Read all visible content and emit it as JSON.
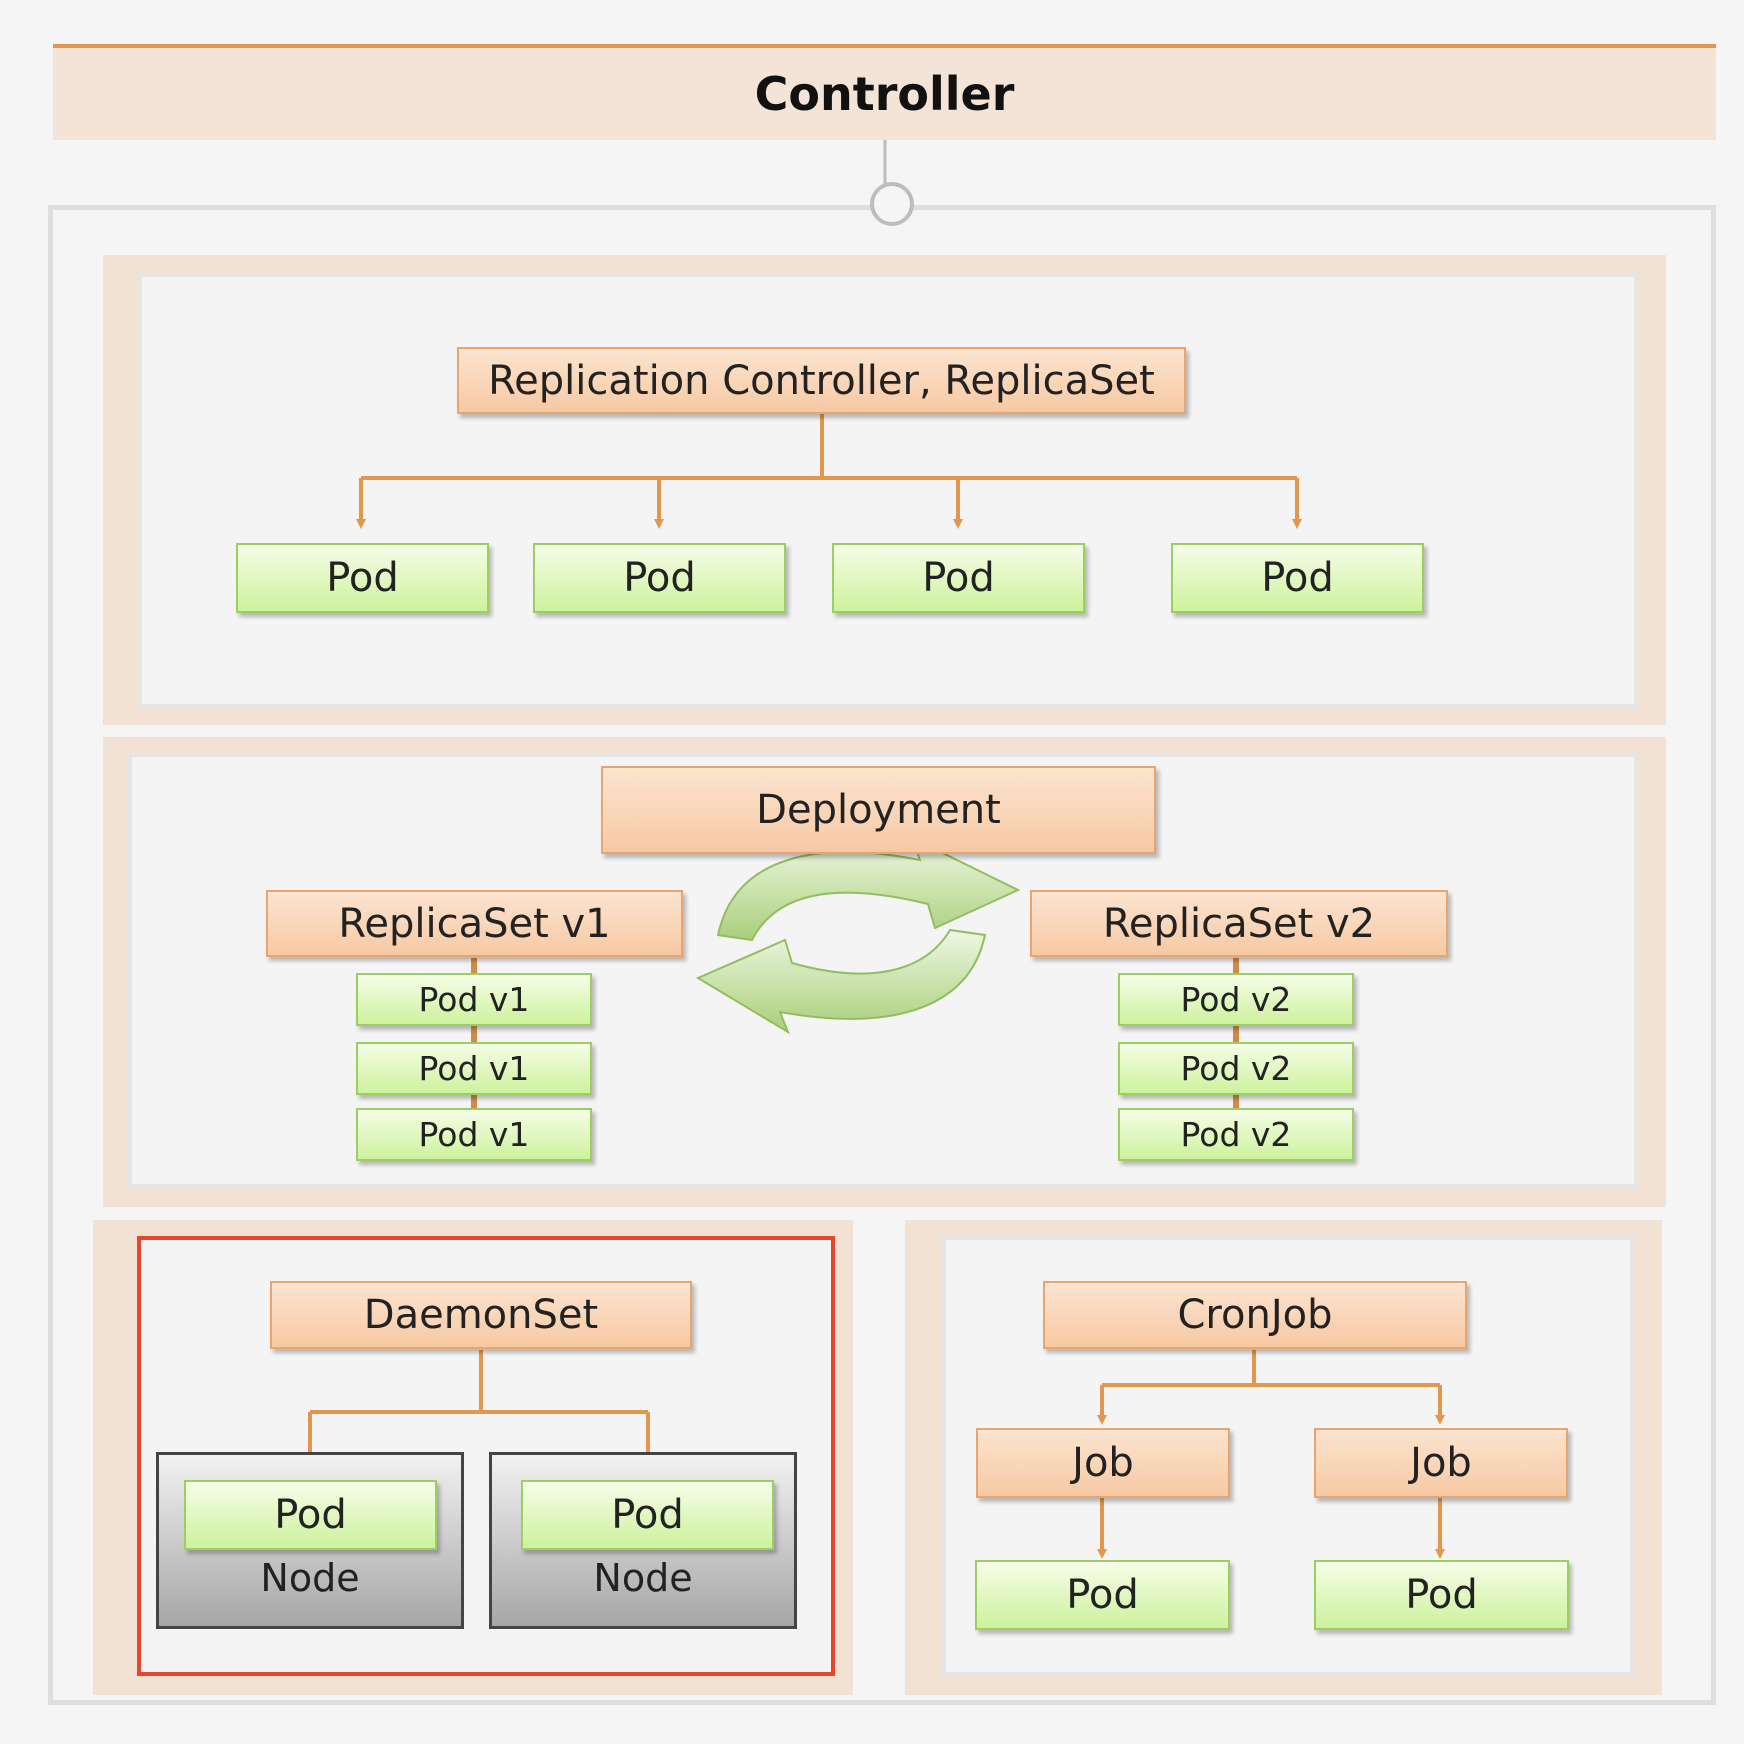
{
  "title": "Controller",
  "replication": {
    "controller_label": "Replication Controller, ReplicaSet",
    "pods": [
      "Pod",
      "Pod",
      "Pod",
      "Pod"
    ]
  },
  "deployment": {
    "label": "Deployment",
    "replicaset_v1": {
      "label": "ReplicaSet v1",
      "pods": [
        "Pod v1",
        "Pod v1",
        "Pod v1"
      ]
    },
    "replicaset_v2": {
      "label": "ReplicaSet v2",
      "pods": [
        "Pod v2",
        "Pod v2",
        "Pod v2"
      ]
    }
  },
  "daemonset": {
    "label": "DaemonSet",
    "nodes": [
      {
        "pod": "Pod",
        "node": "Node"
      },
      {
        "pod": "Pod",
        "node": "Node"
      }
    ]
  },
  "cronjob": {
    "label": "CronJob",
    "jobs": [
      {
        "job": "Job",
        "pod": "Pod"
      },
      {
        "job": "Job",
        "pod": "Pod"
      }
    ]
  },
  "colors": {
    "connector": "#e3974c",
    "highlight": "#e8452f",
    "title_accent": "#e3974c",
    "cycle_arrow": "#a9cf7a"
  }
}
